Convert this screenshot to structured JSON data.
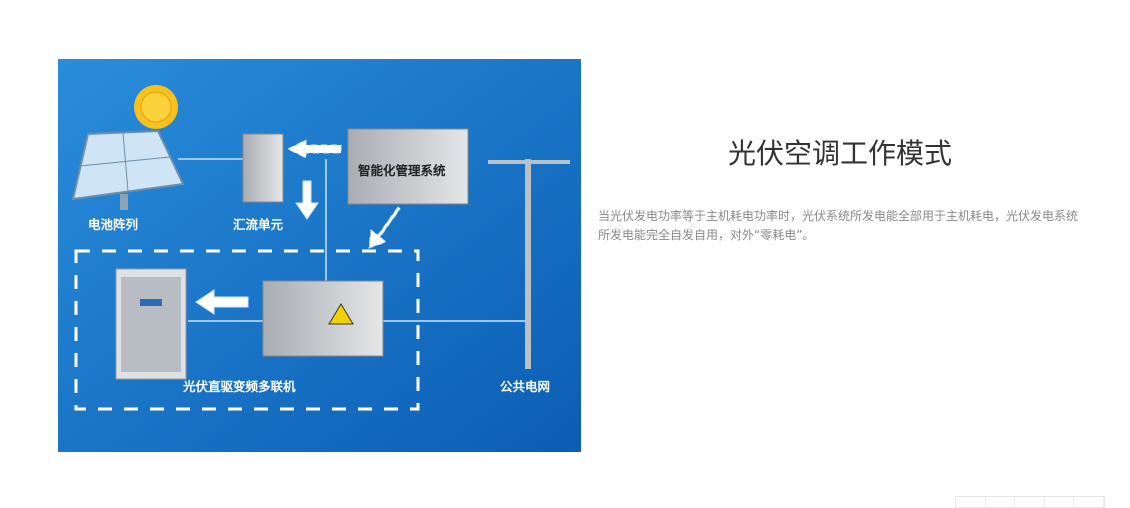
{
  "diagram": {
    "labels": {
      "battery": "电池阵列",
      "combiner": "汇流单元",
      "management": "智能化管理系统",
      "unit": "光伏直驱变频多联机",
      "grid": "公共电网"
    },
    "colors": {
      "bg_top": "#1e7fd0",
      "bg_bottom": "#0c5fb5"
    }
  },
  "content": {
    "title": "光伏空调工作模式",
    "description": "当光伏发电功率等于主机耗电功率时，光伏系统所发电能全部用于主机耗电，光伏发电系统所发电能完全自发自用，对外“零耗电”。"
  }
}
